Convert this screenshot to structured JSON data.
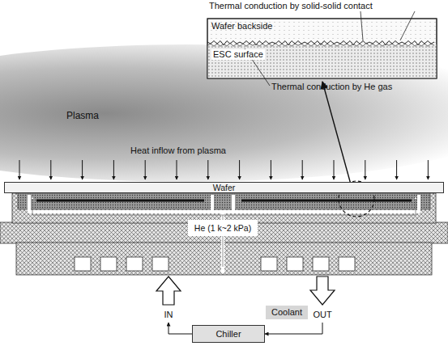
{
  "diagram": {
    "nodes": [
      {
        "text": [
          "Wafer backside"
        ]
      },
      {
        "text": [
          "ESC surface"
        ]
      },
      {
        "text": [
          "Wafer"
        ]
      },
      {
        "text": [
          "Coolant"
        ]
      },
      {
        "text": [
          "Chiller"
        ]
      }
    ],
    "labels": [
      "Thermal conduction by solid-solid contact",
      "Plasma",
      "Heat inflow from plasma",
      "Thermal conduction by He gas",
      "He (1 k~2 kPa)",
      "IN",
      "OUT"
    ]
  }
}
